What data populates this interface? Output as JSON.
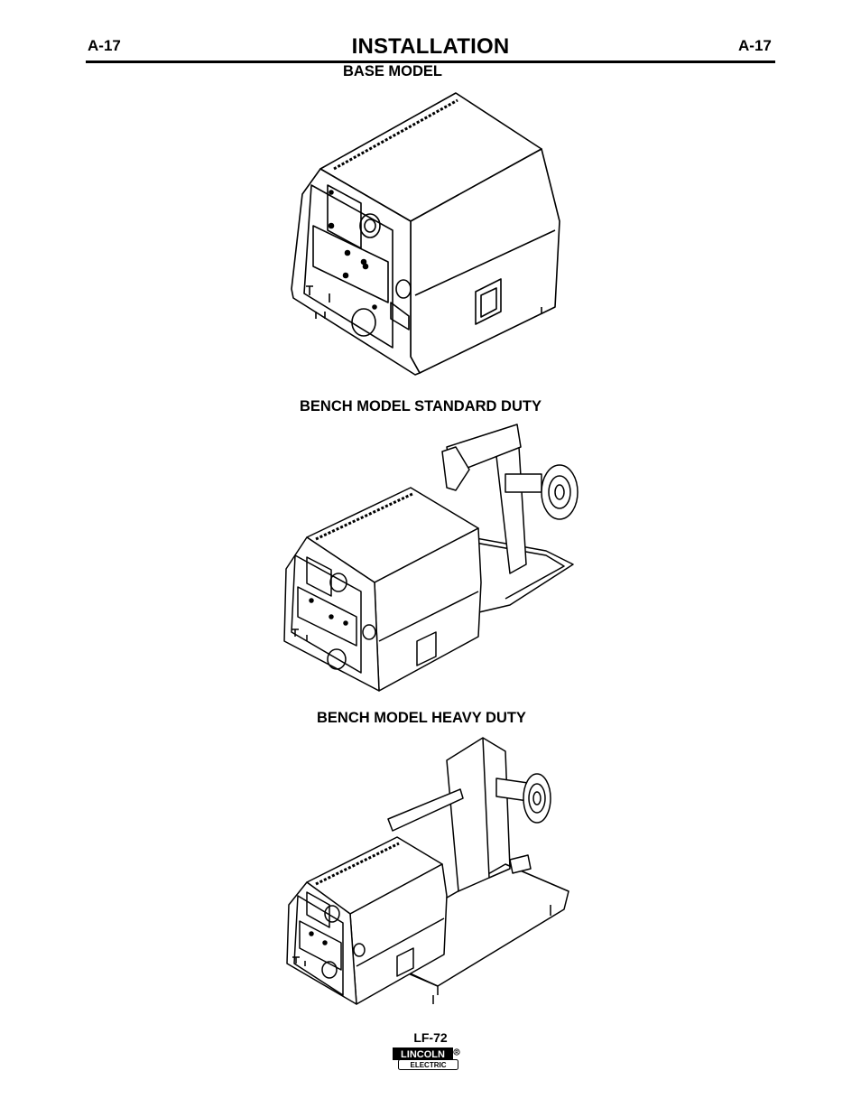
{
  "header": {
    "page_left": "A-17",
    "title": "INSTALLATION",
    "page_right": "A-17"
  },
  "figures": [
    {
      "caption": "BASE MODEL"
    },
    {
      "caption": "BENCH MODEL STANDARD DUTY"
    },
    {
      "caption": "BENCH MODEL HEAVY DUTY"
    }
  ],
  "footer": {
    "model": "LF-72",
    "logo_top": "LINCOLN",
    "logo_bottom": "ELECTRIC",
    "logo_mark": "®"
  }
}
